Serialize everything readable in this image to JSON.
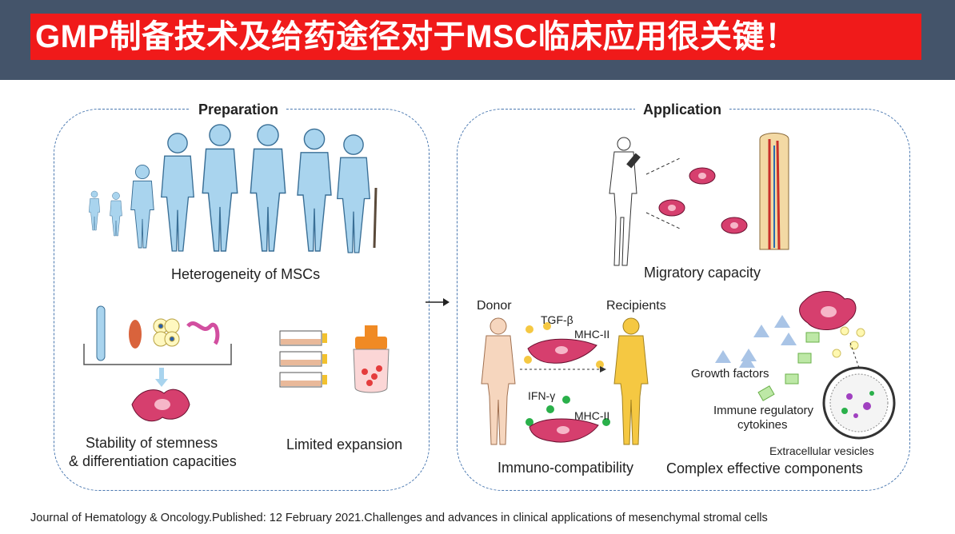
{
  "title": "GMP制备技术及给药途径对于MSC临床应用很关键！",
  "preparation": {
    "heading": "Preparation",
    "heterogeneity": "Heterogeneity of MSCs",
    "stability_line1": "Stability of stemness",
    "stability_line2": "& differentiation capacities",
    "limited_expansion": "Limited expansion"
  },
  "application": {
    "heading": "Application",
    "migratory": "Migratory capacity",
    "donor": "Donor",
    "recipients": "Recipients",
    "tgf": "TGF-β",
    "mhc_top": "MHC-II",
    "ifn": "IFN-γ",
    "mhc_bottom": "MHC-II",
    "immuno": "Immuno-compatibility",
    "growth_factors": "Growth factors",
    "immune_line1": "Immune regulatory",
    "immune_line2": "cytokines",
    "extracellular": "Extracellular vesicles",
    "complex": "Complex effective components"
  },
  "footer": "Journal of Hematology & Oncology.Published: 12 February 2021.Challenges and advances in clinical applications of mesenchymal stromal cells",
  "colors": {
    "header_bg": "#44546a",
    "title_bg": "#f01a1a",
    "panel_border": "#4a78b0",
    "silhouette": "#a9d4ee",
    "cell": "#d63f6e",
    "recipient": "#f5c842",
    "donor": "#f6d6be"
  }
}
